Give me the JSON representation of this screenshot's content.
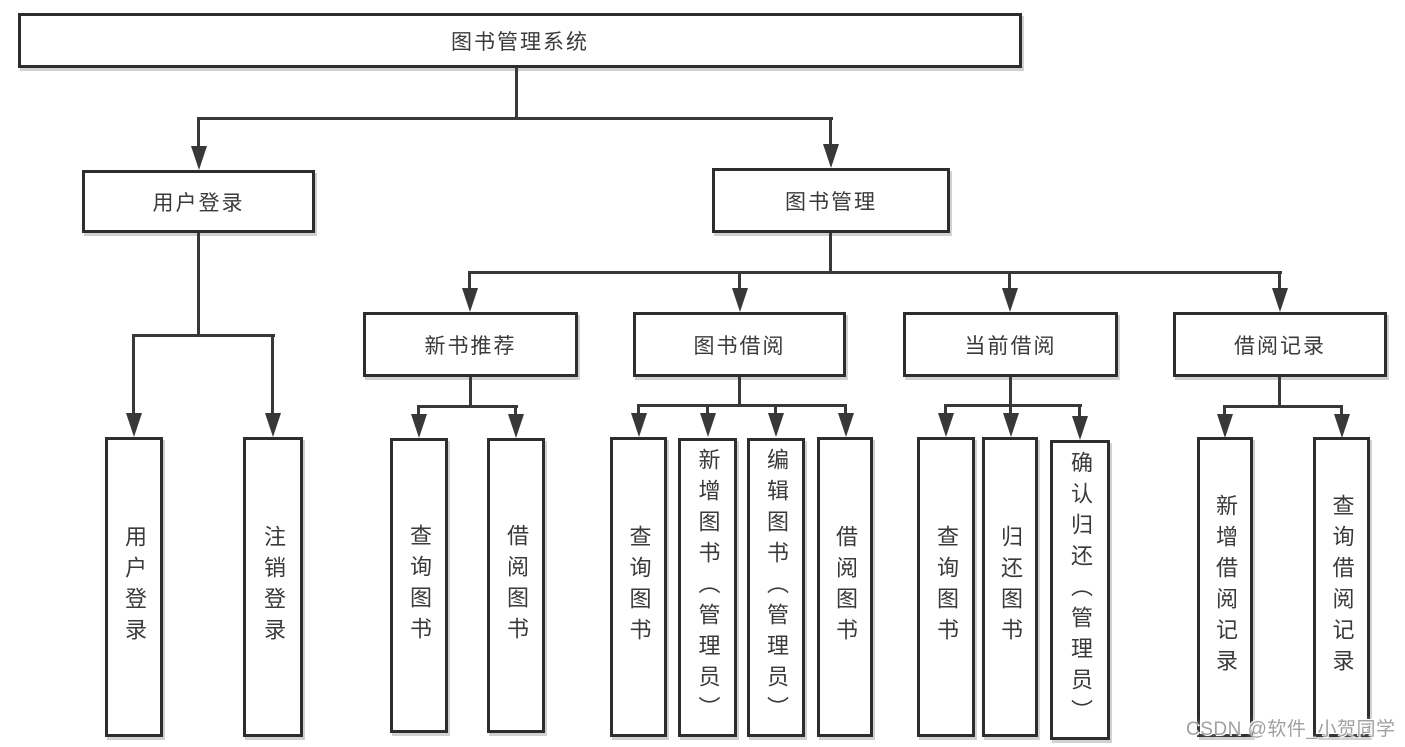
{
  "root": {
    "label": "图书管理系统"
  },
  "branches": {
    "user_login": {
      "label": "用户登录",
      "children": [
        {
          "label": "用户登录"
        },
        {
          "label": "注销登录"
        }
      ]
    },
    "book_mgmt": {
      "label": "图书管理"
    },
    "new_books": {
      "label": "新书推荐",
      "children": [
        {
          "label": "查询图书"
        },
        {
          "label": "借阅图书"
        }
      ]
    },
    "borrow": {
      "label": "图书借阅",
      "children": [
        {
          "label": "查询图书"
        },
        {
          "label": "新增图书（管理员）"
        },
        {
          "label": "编辑图书（管理员）"
        },
        {
          "label": "借阅图书"
        }
      ]
    },
    "current": {
      "label": "当前借阅",
      "children": [
        {
          "label": "查询图书"
        },
        {
          "label": "归还图书"
        },
        {
          "label": "确认归还（管理员）"
        }
      ]
    },
    "records": {
      "label": "借阅记录",
      "children": [
        {
          "label": "新增借阅记录"
        },
        {
          "label": "查询借阅记录"
        }
      ]
    }
  },
  "watermark": "CSDN @软件_小贺同学",
  "colors": {
    "line": "#383838",
    "border": "#2d2d2d",
    "text": "#3a3a3a",
    "watermark": "#a0a0a0",
    "background": "#ffffff"
  }
}
